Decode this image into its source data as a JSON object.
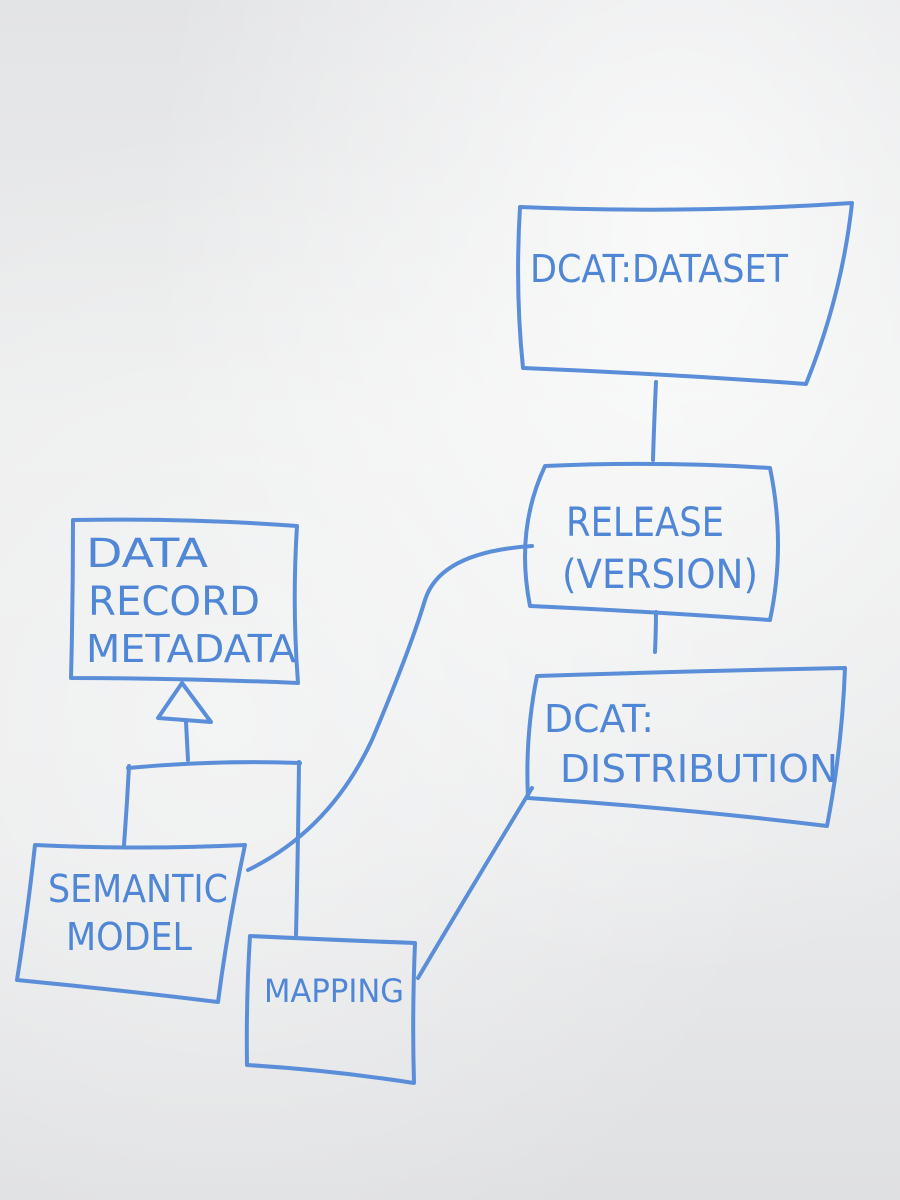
{
  "diagram": {
    "nodes": {
      "dataset": {
        "text": "DCAT:DATASET"
      },
      "release": {
        "line1": "RELEASE",
        "line2": "(VERSION)"
      },
      "distribution": {
        "line1": "DCAT:",
        "line2": "DISTRIBUTION"
      },
      "metadata": {
        "line1": "DATA",
        "line2": "RECORD",
        "line3": "METADATA"
      },
      "semantic_model": {
        "line1": "SEMANTIC",
        "line2": "MODEL"
      },
      "mapping": {
        "text": "MAPPING"
      }
    },
    "ink_color": "#5b8ed9"
  }
}
